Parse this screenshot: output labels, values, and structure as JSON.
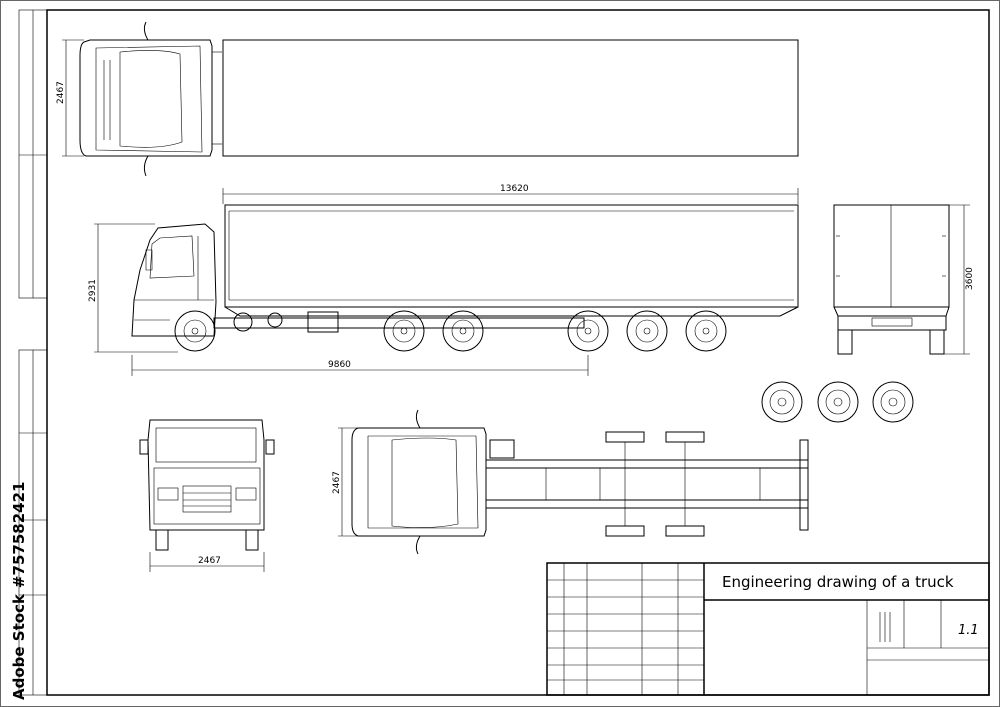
{
  "title_block": {
    "title": "Engineering drawing of a truck",
    "sheet": "1.1"
  },
  "dimensions": {
    "top_view_width": "2467",
    "trailer_length": "13620",
    "side_height": "2931",
    "tractor_length": "9860",
    "rear_height": "3600",
    "front_width": "2467",
    "chassis_width": "2467"
  },
  "watermark": {
    "stock_id": "#757582421",
    "brand": "Adobe Stock"
  }
}
